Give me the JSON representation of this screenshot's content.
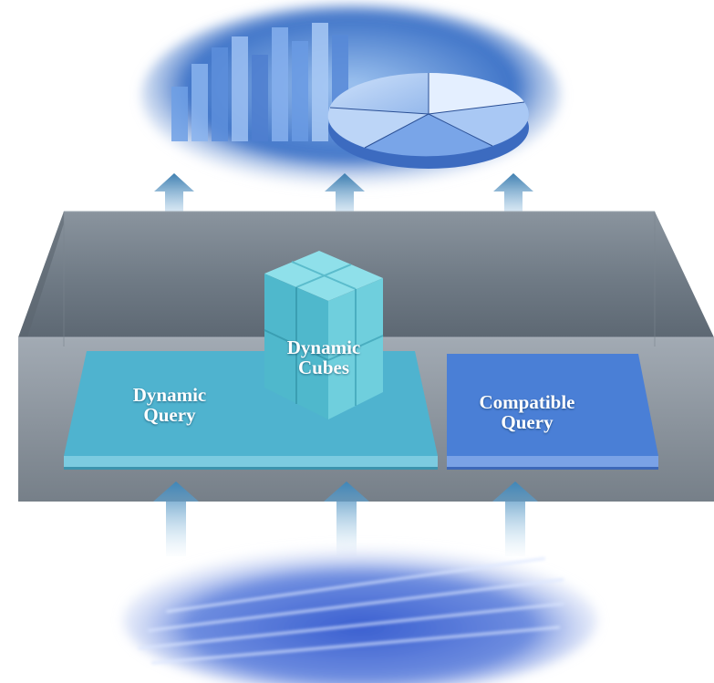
{
  "blocks": {
    "dynamic_query": {
      "line1": "Dynamic",
      "line2": "Query",
      "color": "#4fb3cf"
    },
    "dynamic_cubes": {
      "line1": "Dynamic",
      "line2": "Cubes",
      "color": "#5bc4d6"
    },
    "compatible_query": {
      "line1": "Compatible",
      "line2": "Query",
      "color": "#4a7fd6"
    }
  },
  "icons": {
    "top": "reporting-charts-image",
    "bottom": "binary-data-image",
    "center": "cube-icon",
    "arrows": "up-arrow-icon"
  }
}
